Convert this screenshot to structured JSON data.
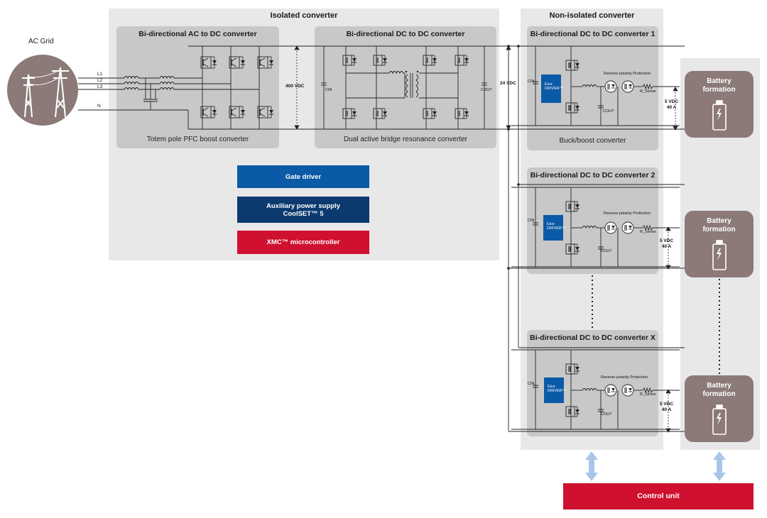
{
  "ac_grid": {
    "label": "AC Grid",
    "phases": [
      "L1",
      "L2",
      "L3",
      "N"
    ]
  },
  "isolated": {
    "title": "Isolated converter",
    "ac_dc": {
      "title": "Bi-directional AC to DC converter",
      "caption": "Totem pole PFC boost converter"
    },
    "dc_dc": {
      "title": "Bi-directional DC to DC converter",
      "caption": "Dual active bridge resonance converter",
      "cin": "CIN",
      "cout": "COUT"
    },
    "bus_400": "400 VDC",
    "bus_24": "24 VDC",
    "blocks": [
      {
        "label": "Gate driver",
        "color": "#0b5aa7"
      },
      {
        "label": "Auxiliary power supply\nCoolSET™ 5",
        "color": "#0c3a6e"
      },
      {
        "label": "XMC™ microcontroller",
        "color": "#d0102f"
      }
    ]
  },
  "non_isolated": {
    "title": "Non-isolated converter",
    "converters": [
      {
        "title": "Bi-directional DC to DC converter 1",
        "caption": "Buck/boost converter"
      },
      {
        "title": "Bi-directional DC to DC converter 2",
        "caption": ""
      },
      {
        "title": "Bi-directional DC to DC converter X",
        "caption": ""
      }
    ],
    "rp_label": "Reverse polarity Protection",
    "rsense": "R_Sense",
    "cin": "CIN",
    "cout": "COUT",
    "driver_chip": "Eice\nDRIVER™"
  },
  "battery": {
    "label": "Battery\nformation",
    "rating": "5 VDC\n40 A",
    "color": "#8b7a78"
  },
  "control_unit": {
    "label": "Control unit",
    "color": "#d0102f"
  },
  "colors": {
    "region": "#e8e8e8",
    "panel": "#c8c8c8",
    "arrow": "#a9c6ea",
    "wire": "#222222"
  }
}
